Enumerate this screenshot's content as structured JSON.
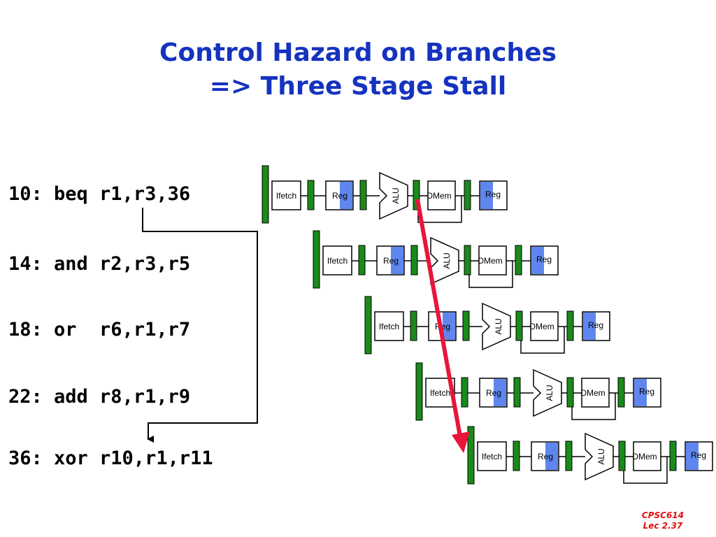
{
  "slide": {
    "title_line1": "Control Hazard on Branches",
    "title_line2": "=> Three Stage Stall"
  },
  "instructions": [
    "10: beq r1,r3,36",
    "14: and r2,r3,r5",
    "18: or  r6,r1,r7",
    "22: add r8,r1,r9",
    "36: xor r10,r1,r11"
  ],
  "pipeline": {
    "stages": [
      "Ifetch",
      "Reg",
      "ALU",
      "DMem",
      "Reg"
    ]
  },
  "footer": {
    "course": "CPSC614",
    "lecture": "Lec 2.37"
  },
  "colors": {
    "title": "#1533c0",
    "latch": "#1a8a1a",
    "reg_fill": "#5f86ee",
    "arrow": "#e8153a",
    "footer": "#e01010"
  }
}
